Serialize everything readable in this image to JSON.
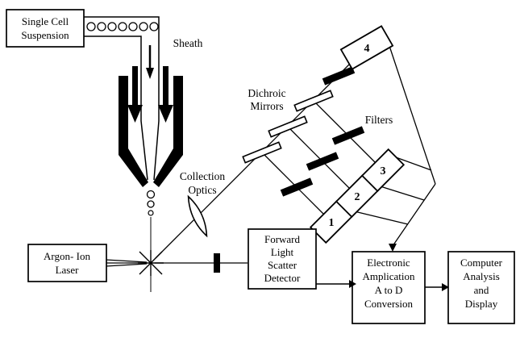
{
  "figure": {
    "background": "#ffffff",
    "ink": "#000000",
    "description": "Flow cytometer schematic diagram"
  },
  "boxes": {
    "single_cell_suspension": {
      "lines": [
        "Single Cell",
        "Suspension"
      ]
    },
    "argon_ion_laser": {
      "lines": [
        "Argon- Ion",
        "Laser"
      ]
    },
    "forward_light_scatter_detector": {
      "lines": [
        "Forward",
        "Light",
        "Scatter",
        "Detector"
      ]
    },
    "electronic_amplification": {
      "lines": [
        "Electronic",
        "Amplication",
        "A to D",
        "Conversion"
      ]
    },
    "computer_analysis": {
      "lines": [
        "Computer",
        "Analysis",
        "and",
        "Display"
      ]
    }
  },
  "labels": {
    "sheath": "Sheath",
    "dichroic_mirrors": [
      "Dichroic",
      "Mirrors"
    ],
    "filters": "Filters",
    "collection_optics": [
      "Collection",
      "Optics"
    ]
  },
  "detectors": {
    "labels": [
      "1",
      "2",
      "3",
      "4"
    ]
  }
}
